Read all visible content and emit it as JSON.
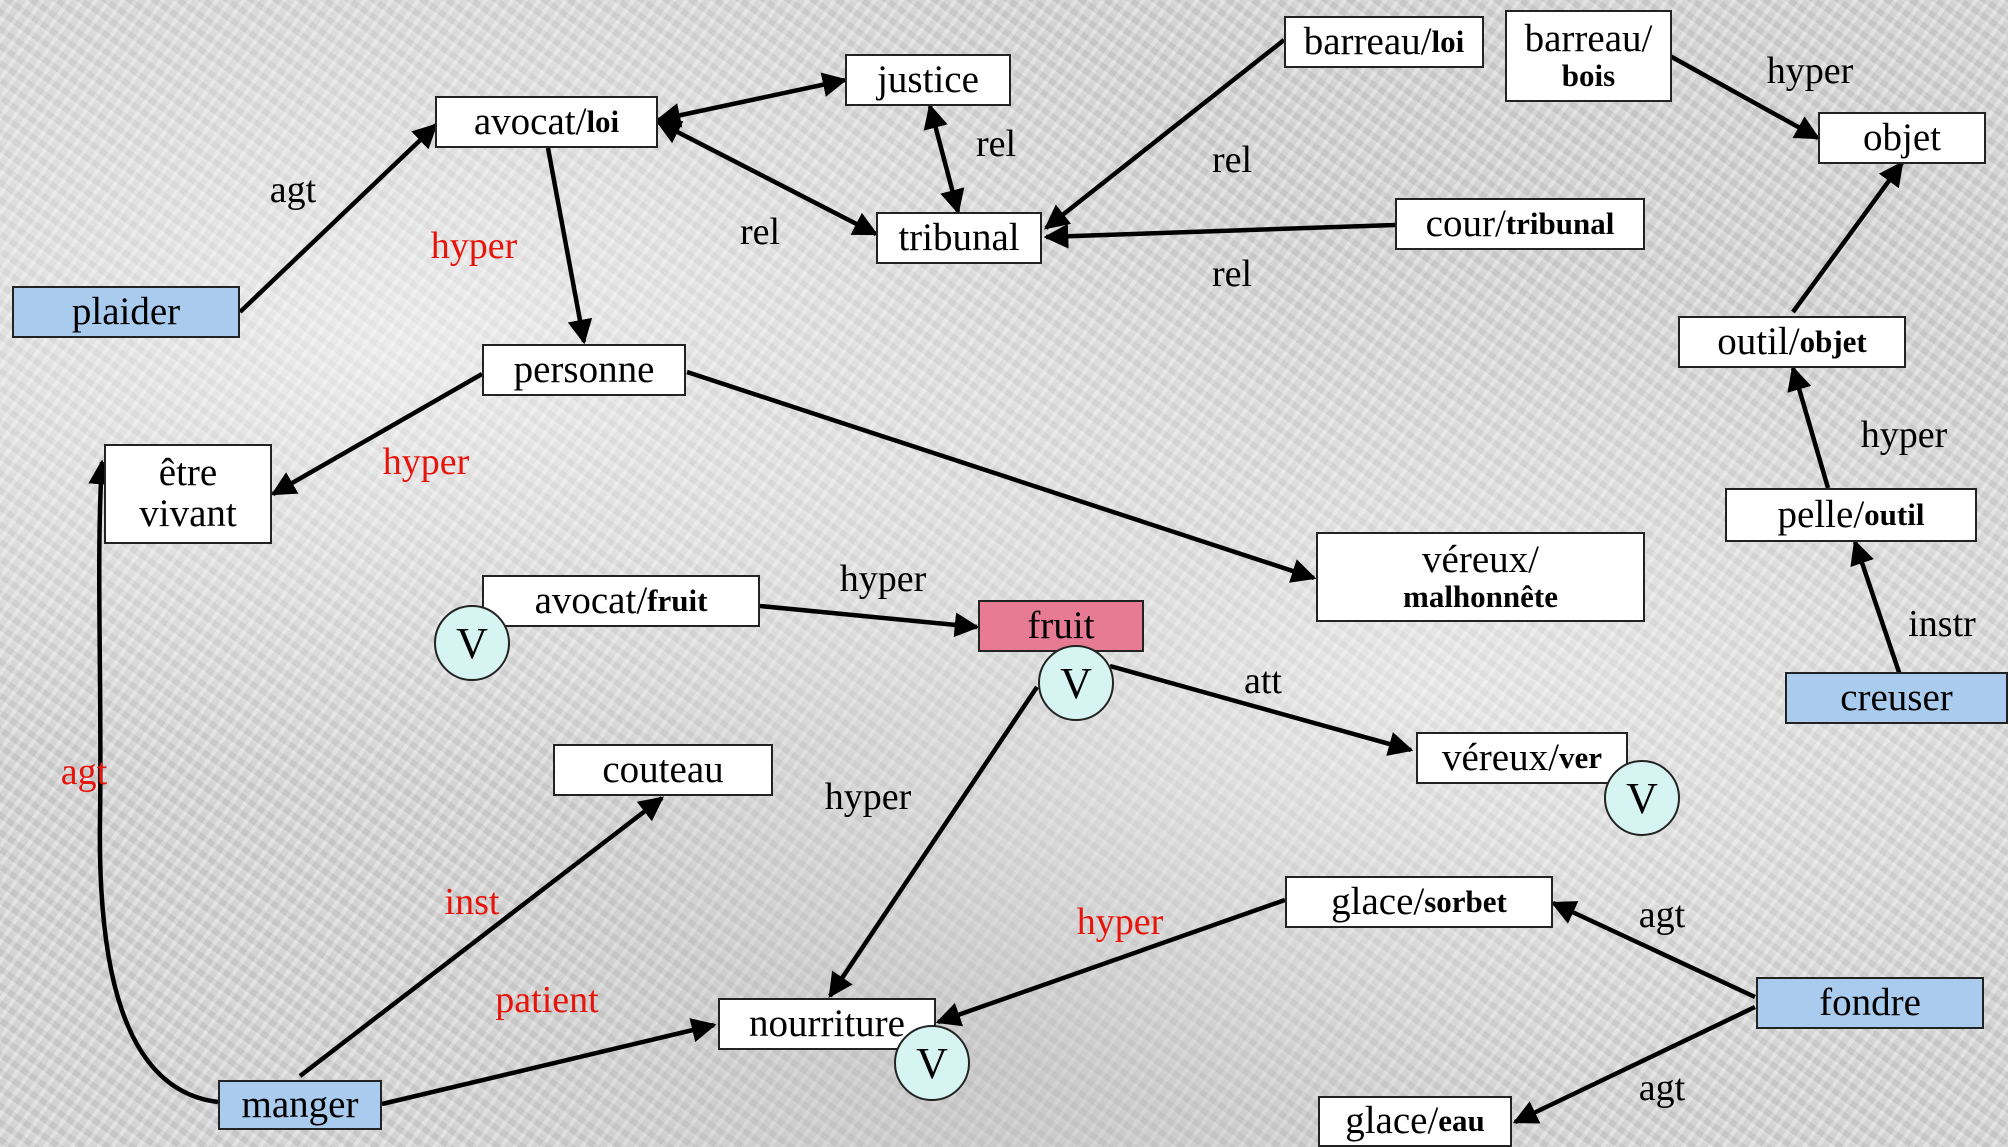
{
  "nodes": {
    "plaider": {
      "main": "plaider",
      "sub": ""
    },
    "avocat_loi": {
      "main": "avocat/",
      "sub": "loi"
    },
    "justice": {
      "main": "justice",
      "sub": ""
    },
    "tribunal": {
      "main": "tribunal",
      "sub": ""
    },
    "barreau_loi": {
      "main": "barreau/",
      "sub": "loi"
    },
    "barreau_bois": {
      "main": "barreau/",
      "sub": "bois"
    },
    "objet": {
      "main": "objet",
      "sub": ""
    },
    "cour_tribunal": {
      "main": "cour/",
      "sub": "tribunal"
    },
    "outil_objet": {
      "main": "outil/",
      "sub": "objet"
    },
    "personne": {
      "main": "personne",
      "sub": ""
    },
    "etre_vivant": {
      "line1": "être",
      "line2": "vivant"
    },
    "pelle_outil": {
      "main": "pelle/",
      "sub": "outil"
    },
    "avocat_fruit": {
      "main": "avocat/",
      "sub": "fruit"
    },
    "vereux_malhonnete": {
      "main": "véreux/",
      "sub": "malhonnête"
    },
    "fruit": {
      "main": "fruit",
      "sub": ""
    },
    "creuser": {
      "main": "creuser",
      "sub": ""
    },
    "couteau": {
      "main": "couteau",
      "sub": ""
    },
    "vereux_ver": {
      "main": "véreux/",
      "sub": "ver"
    },
    "glace_sorbet": {
      "main": "glace/",
      "sub": "sorbet"
    },
    "nourriture": {
      "main": "nourriture",
      "sub": ""
    },
    "fondre": {
      "main": "fondre",
      "sub": ""
    },
    "manger": {
      "main": "manger",
      "sub": ""
    },
    "glace_eau": {
      "main": "glace/",
      "sub": "eau"
    }
  },
  "edge_labels": {
    "agt_plaider": "agt",
    "hyper_avocat_personne": "hyper",
    "rel_avocat_tribunal": "rel",
    "rel_justice_tribunal": "rel",
    "rel_barreau_tribunal": "rel",
    "rel_cour_tribunal": "rel",
    "hyper_barreau_objet": "hyper",
    "hyper_personne_etre": "hyper",
    "hyper_pelle_outil": "hyper",
    "instr_creuser": "instr",
    "hyper_avocat_fruit": "hyper",
    "att_fruit_vereux": "att",
    "hyper_fruit_nourriture": "hyper",
    "agt_manger": "agt",
    "inst_manger": "inst",
    "patient_manger": "patient",
    "hyper_glace_nourriture": "hyper",
    "agt_fondre_glace_sorbet": "agt",
    "agt_fondre_glace_eau": "agt"
  },
  "markers": {
    "v_avocat_fruit": "V",
    "v_fruit": "V",
    "v_vereux_ver": "V",
    "v_nourriture": "V"
  },
  "colors": {
    "verb_fill": "#a9cbee",
    "highlight_fill": "#e67b93",
    "marker_fill": "#d6f5f2",
    "red_label": "#e8140c",
    "edge": "#000000"
  }
}
